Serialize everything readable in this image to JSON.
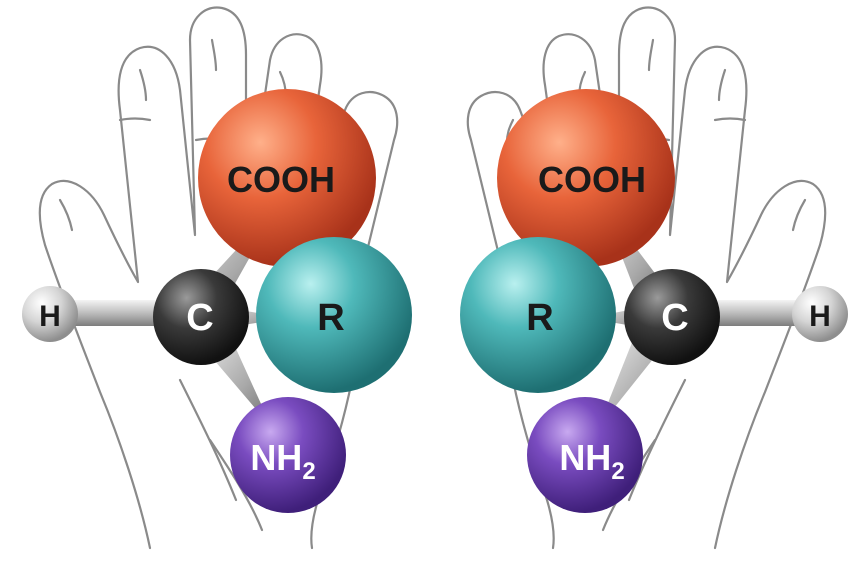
{
  "molecules": [
    {
      "hand": "left",
      "atoms": {
        "carboxyl": "COOH",
        "carbon": "C",
        "r_group": "R",
        "hydrogen": "H",
        "amine_base": "NH",
        "amine_sub": "2"
      }
    },
    {
      "hand": "right",
      "atoms": {
        "carboxyl": "COOH",
        "carbon": "C",
        "r_group": "R",
        "hydrogen": "H",
        "amine_base": "NH",
        "amine_sub": "2"
      }
    }
  ],
  "colors": {
    "carboxyl": "#e0542e",
    "r_group": "#3aa6a8",
    "amine": "#6a3fae",
    "carbon": "#2b2b2b",
    "hydrogen": "#cfcfcf",
    "outline": "#8a8a8a"
  }
}
